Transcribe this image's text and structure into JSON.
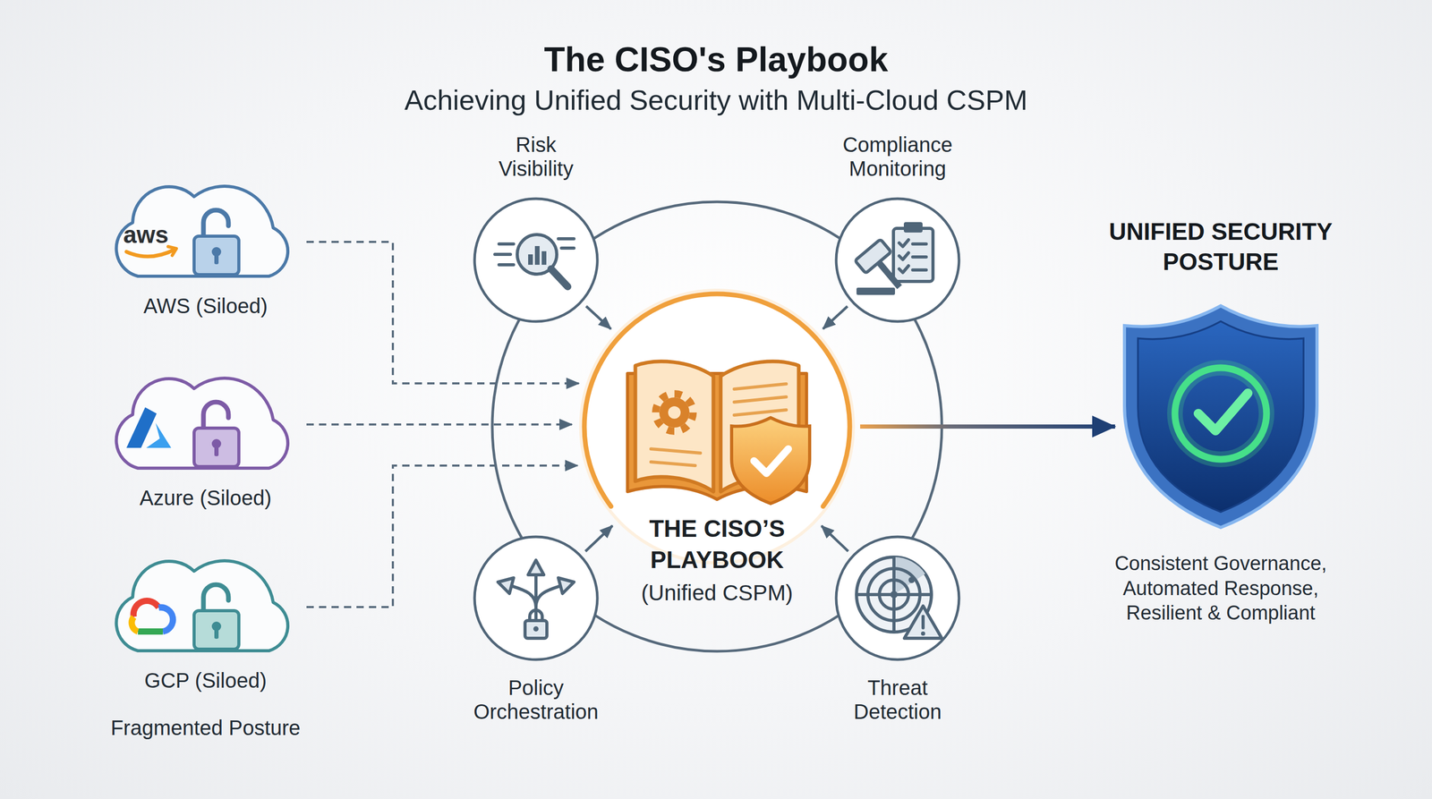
{
  "diagram": {
    "title": "The CISO's Playbook",
    "nodes": [
      {
        "text": [
          "aws",
          "AWS (Siloed)"
        ]
      },
      {
        "text": [
          "Azure (Siloed)"
        ]
      },
      {
        "text": [
          "GCP (Siloed)"
        ]
      },
      {
        "text": [
          "Risk Visibility"
        ]
      },
      {
        "text": [
          "Compliance Monitoring"
        ]
      },
      {
        "text": [
          "THE CISO’S PLAYBOOK",
          "(Unified CSPM)"
        ]
      },
      {
        "text": [
          "Policy Orchestration"
        ]
      },
      {
        "text": [
          "Threat Detection"
        ]
      },
      {
        "text": [
          "UNIFIED SECURITY POSTURE",
          "Consistent Governance, Automated Response, Resilient & Compliant"
        ]
      }
    ],
    "edges": [
      {
        "from": 0,
        "to": 5,
        "arrow": "to"
      },
      {
        "from": 1,
        "to": 5,
        "arrow": "to"
      },
      {
        "from": 2,
        "to": 5,
        "arrow": "to"
      },
      {
        "from": 3,
        "to": 5,
        "arrow": "to"
      },
      {
        "from": 4,
        "to": 5,
        "arrow": "to"
      },
      {
        "from": 6,
        "to": 5,
        "arrow": "to"
      },
      {
        "from": 7,
        "to": 5,
        "arrow": "to"
      },
      {
        "from": 5,
        "to": 8,
        "arrow": "to"
      }
    ],
    "labels": [
      "Achieving Unified Security with Multi-Cloud CSPM",
      "Fragmented Posture"
    ]
  }
}
